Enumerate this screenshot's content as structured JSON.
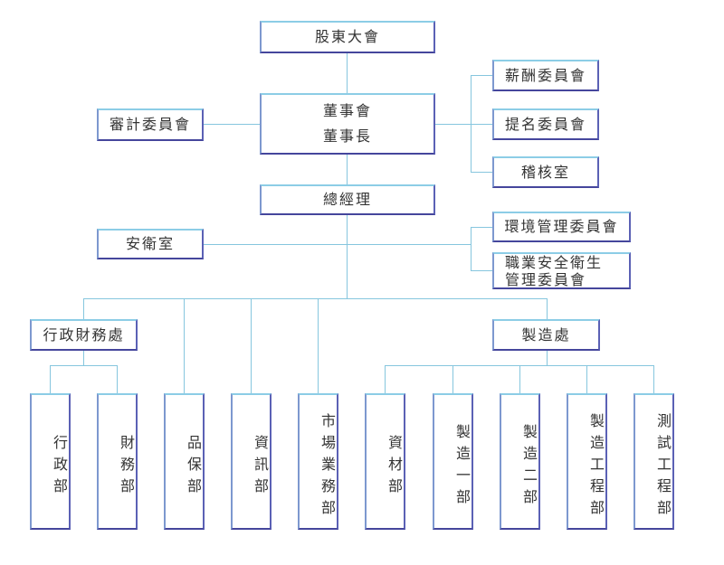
{
  "org_chart": {
    "shareholders": "股東大會",
    "board_line1": "董事會",
    "board_line2": "董事長",
    "audit_committee": "審計委員會",
    "remuneration_committee": "薪酬委員會",
    "nomination_committee": "提名委員會",
    "internal_audit": "稽核室",
    "general_manager": "總經理",
    "safety_office": "安衛室",
    "env_committee": "環境管理委員會",
    "ohs_committee_line1": "職業安全衛生",
    "ohs_committee_line2": "管理委員會",
    "admin_finance_div": "行政財務處",
    "manufacturing_div": "製造處",
    "dept_admin": "行政部",
    "dept_finance": "財務部",
    "dept_quality": "品保部",
    "dept_it": "資訊部",
    "dept_marketing": "市場業務部",
    "dept_materials": "資材部",
    "dept_mfg1": "製造一部",
    "dept_mfg2": "製造二部",
    "dept_mfg_eng": "製造工程部",
    "dept_test_eng": "測試工程部"
  },
  "colors": {
    "connector": "#86c6de",
    "box_border": "#5b61b5",
    "text": "#333333"
  }
}
